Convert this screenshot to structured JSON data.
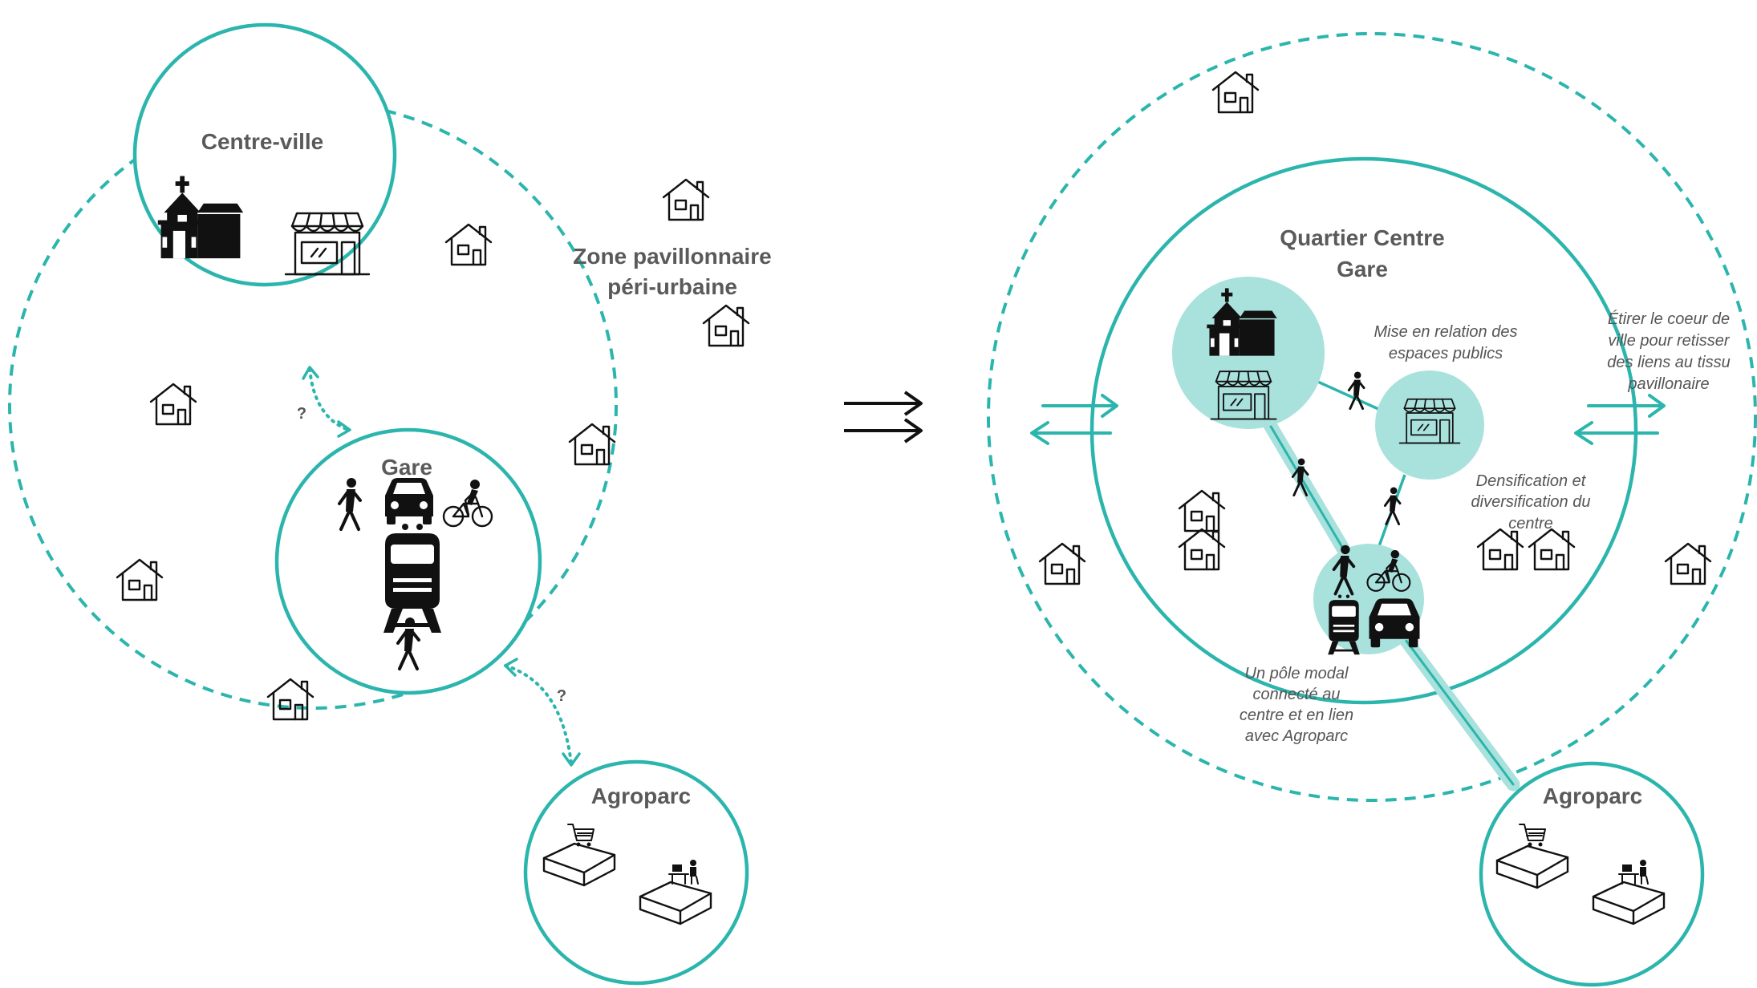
{
  "colors": {
    "accent": "#2bb5ad",
    "accent_fill": "#a9e1dd",
    "text": "#5a5a5a",
    "icons": "#111111"
  },
  "left": {
    "centre_ville": "Centre-ville",
    "zone_line1": "Zone pavillonnaire",
    "zone_line2": "péri-urbaine",
    "gare": "Gare",
    "agroparc": "Agroparc",
    "question_1": "?",
    "question_2": "?"
  },
  "right": {
    "quartier_line1": "Quartier Centre",
    "quartier_line2": "Gare",
    "mise_line1": "Mise en relation des",
    "mise_line2": "espaces publics",
    "etirer_line1": "Étirer le coeur de",
    "etirer_line2": "ville pour retisser",
    "etirer_line3": "des liens au tissu",
    "etirer_line4": "pavillonaire",
    "dens_line1": "Densification et",
    "dens_line2": "diversification du",
    "dens_line3": "centre",
    "pole_line1": "Un pôle modal",
    "pole_line2": "connecté au",
    "pole_line3": "centre et en lien",
    "pole_line4": "avec Agroparc",
    "agroparc": "Agroparc"
  },
  "icons": [
    "house-icon",
    "church-icon",
    "shop-icon",
    "train-icon",
    "car-icon",
    "bicycle-icon",
    "pedestrian-icon",
    "warehouse-icon",
    "cart-icon",
    "office-desk-icon",
    "double-arrow-icon"
  ]
}
